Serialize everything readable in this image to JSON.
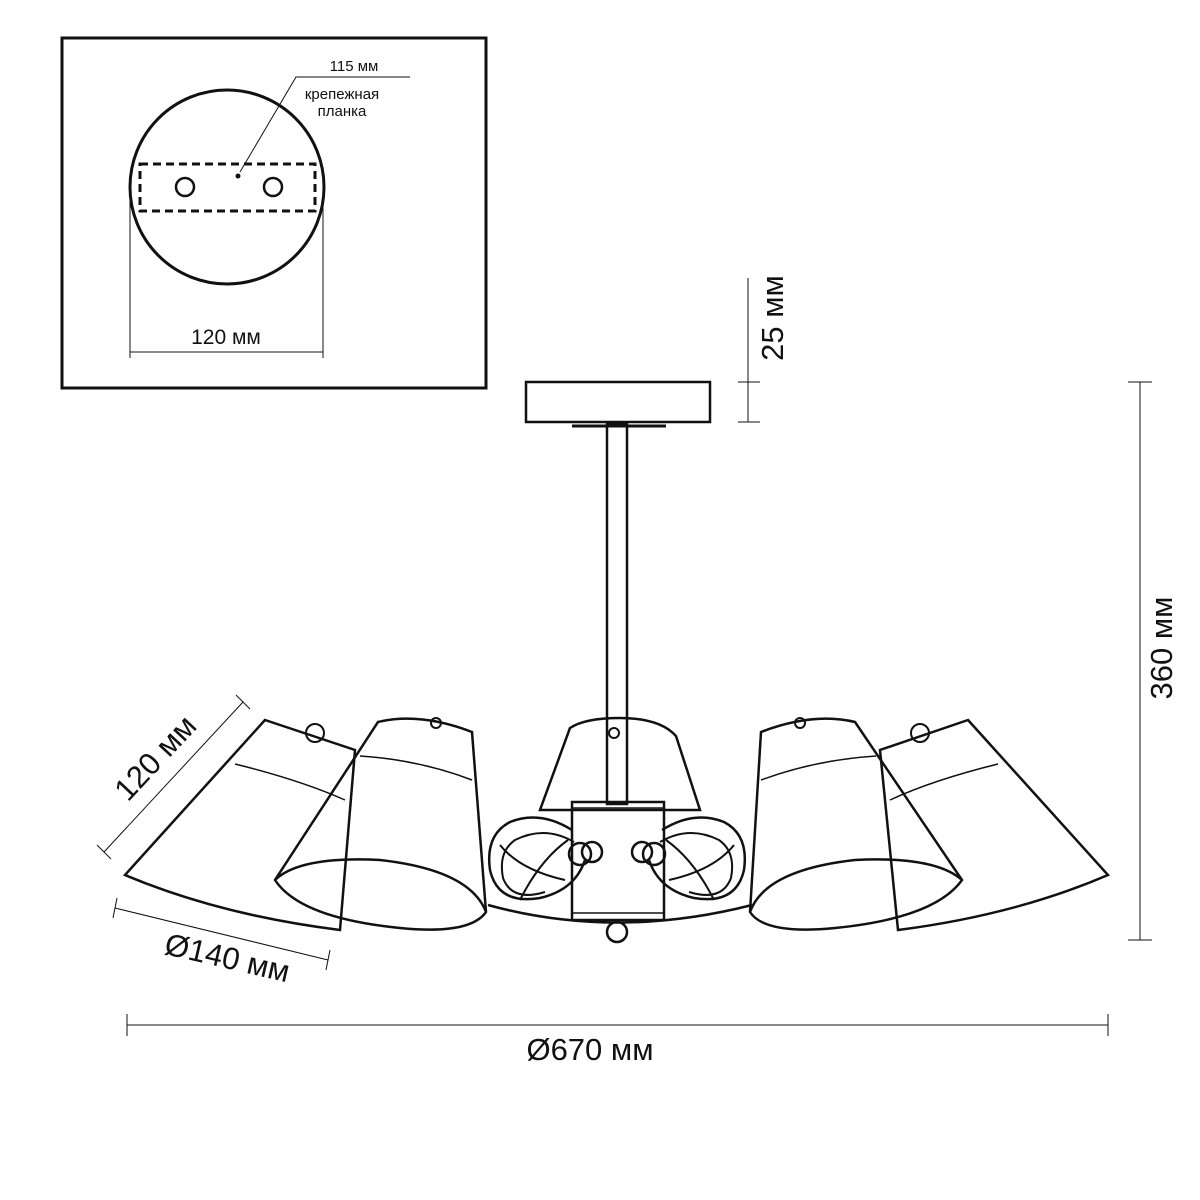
{
  "inset": {
    "plate_label_line1": "крепежная",
    "plate_label_line2": "планка",
    "plate_length": "115 мм",
    "canopy_diameter": "120 мм"
  },
  "dimensions": {
    "canopy_height": "25 мм",
    "total_height": "360 мм",
    "shade_height": "120 мм",
    "shade_diameter": "Ø140 мм",
    "total_diameter": "Ø670 мм"
  }
}
